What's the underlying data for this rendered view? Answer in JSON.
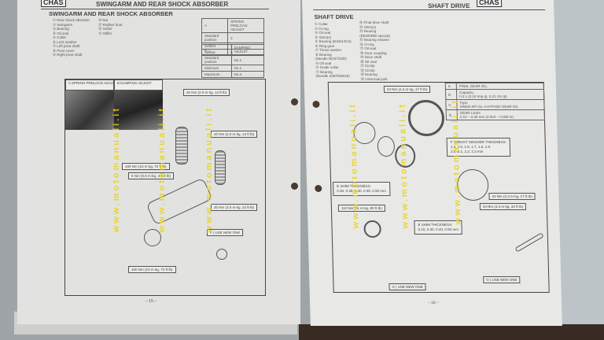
{
  "left_page": {
    "header": {
      "badge": "CHAS",
      "title": "SWINGARM AND REAR SHOCK ABSORBER"
    },
    "section_title": "SWINGARM AND REAR SHOCK ABSORBER",
    "parts": [
      "① Rear shock absorber",
      "② Swingarm",
      "③ Bearing",
      "④ Oil seal",
      "⑤ Collar",
      "⑥ Lock washer",
      "⑦ Left pivot shaft",
      "⑧ Pivot cover",
      "⑨ Right pivot shaft",
      "⑩ Nut",
      "⑪ Rubber boot",
      "⑫ Softer",
      "⑬ Stiffer"
    ],
    "spring_table": {
      "letter": "A",
      "title": "SPRING PRELOAD ADJUST",
      "rows": [
        [
          "Standard position",
          "2"
        ],
        [
          "Softest",
          "1"
        ],
        [
          "Stiffest",
          "5"
        ]
      ]
    },
    "damping_table": {
      "letter": "B",
      "title": "DAMPING ADJUST",
      "rows": [
        [
          "Standard position",
          "No.1"
        ],
        [
          "Minimum",
          "No.1"
        ],
        [
          "Maximum",
          "No.4"
        ]
      ]
    },
    "photo_labels": {
      "a_letter": "A",
      "a": "SPRING PRELOAD ADJUST",
      "b_letter": "B",
      "b": "DAMPING ADJUST"
    },
    "torques": [
      "20 Nm (2.0 m·kg, 14 ft·lb)",
      "20 Nm (2.0 m·kg, 14 ft·lb)",
      "100 Nm (10 m·kg, 72 ft·lb)",
      "6 Nm (0.6 m·kg, 4.3 ft·lb)",
      "30 Nm (3.0 m·kg, 22 ft·lb)",
      "100 Nm (10 m·kg, 72 ft·lb)"
    ],
    "use_new": {
      "letter": "F",
      "text": "USE NEW ONE"
    },
    "page_number": "– 15 –"
  },
  "right_page": {
    "header": {
      "title": "SHAFT DRIVE",
      "badge": "CHAS"
    },
    "section_title": "SHAFT DRIVE",
    "parts_col1": [
      "① Collar",
      "② O-ring",
      "③ Oil seal",
      "④ Shim(s)",
      "⑤ Bearing (B16014C2)",
      "⑥ Ring gear",
      "⑦ Thrust washer",
      "⑧ Bearing",
      "   (Needle NO37/20D)",
      "⑨ Oil seal",
      "⑩ Guide collar",
      "⑪ Bearing",
      "   (Needle 22BTM3018)"
    ],
    "parts_col2": [
      "⑫ Final drive shaft",
      "⑬ Shim(s)",
      "⑭ Bearing",
      "   (B6305RBI special)",
      "⑮ Bearing retainer",
      "⑯ O-ring",
      "⑰ Oil seal",
      "⑱ Gear coupling",
      "⑲ Drive shaft",
      "⑳ Oil seal",
      "㉑ Circlip",
      "㉒ Circlip",
      "㉓ Bearing",
      "㉔ Universal joint"
    ],
    "spec_table": [
      [
        "A",
        "FINAL GEAR OIL:"
      ],
      [
        "B",
        "Capacity:\n0.2 L (0.18 Imp qt, 0.21 US qt)"
      ],
      [
        "C",
        "Type:\nSAE80 API GL-4 HYPOID GEAR OIL"
      ],
      [
        "D",
        "GEAR LASH:\n0.10 ~ 0.30 mm (0.004 ~ 0.008 in)"
      ]
    ],
    "thrust": {
      "letter": "F",
      "text": "THRUST WASHER THICKNESS:\n1.4, 1.5, 1.6, 1.7, 1.8, 1.9,\n2.0, 2.1, 2.2, 2.3 mm"
    },
    "shim1": {
      "letter": "E",
      "text": "SHIM THICKNESS:\n0.30, 0.35, 0.40, 0.45, 0.50 mm"
    },
    "shim2": {
      "letter": "E",
      "text": "SHIM THICKNESS:\n0.15, 0.30, 0.40, 0.50 mm"
    },
    "torques": [
      "23 Nm (2.3 m·kg, 17 ft·lb)",
      "110 Nm (11 m·kg, 80 ft·lb)",
      "23 Nm (2.3 m·kg, 17 ft·lb)",
      "43 Nm (4.3 m·kg, 32 ft·lb)"
    ],
    "use_new_1": {
      "letter": "G",
      "text": "USE NEW ONE"
    },
    "use_new_2": {
      "letter": "G",
      "text": "USE NEW ONE"
    },
    "page_number": "– 16 –"
  },
  "watermark": "www.motomanuali.it"
}
